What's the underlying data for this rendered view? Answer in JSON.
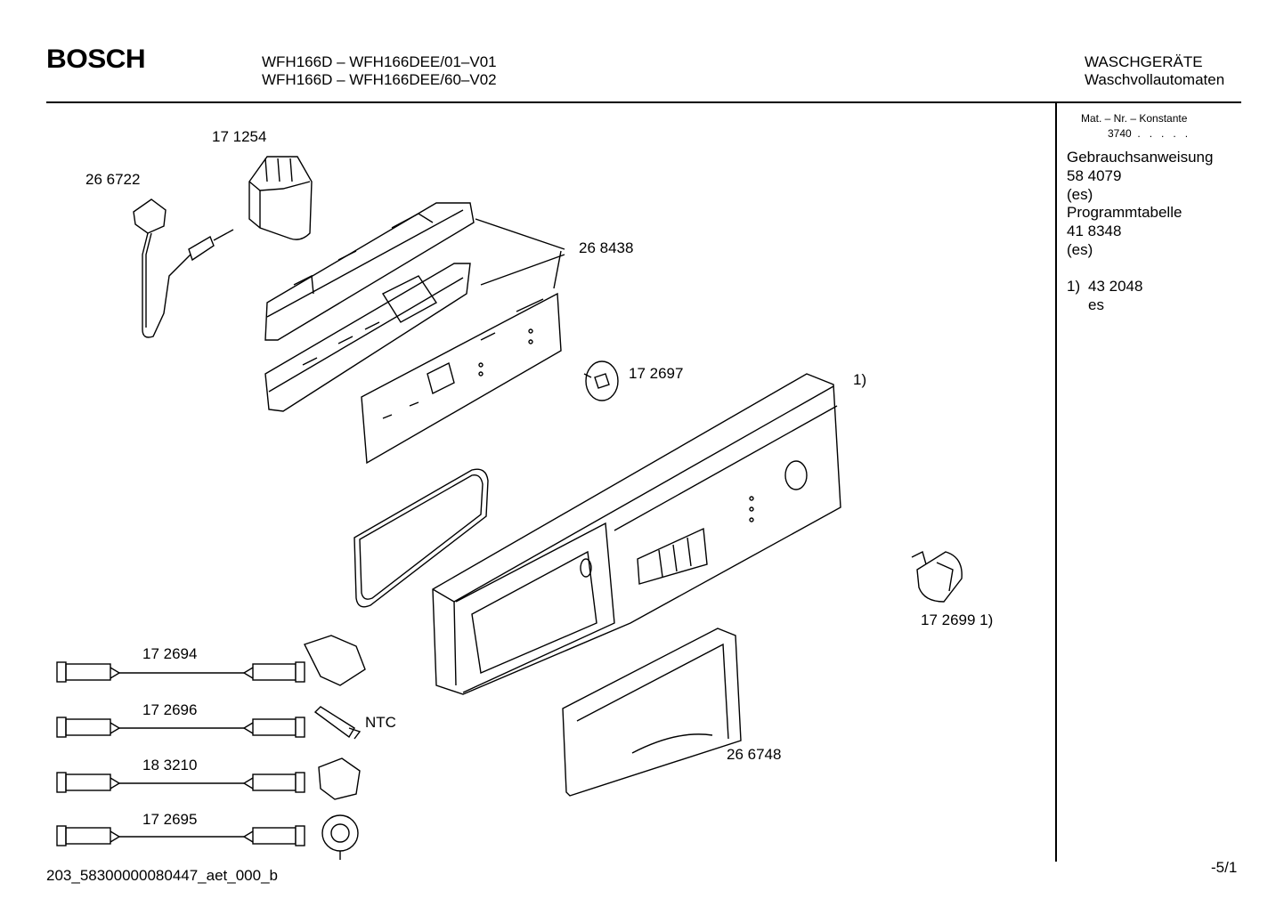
{
  "header": {
    "brand": "BOSCH",
    "model_line_1": "WFH166D – WFH166DEE/01–V01",
    "model_line_2": "WFH166D – WFH166DEE/60–V02",
    "category": "WASCHGERÄTE",
    "subcategory": "Waschvollautomaten"
  },
  "sidebar": {
    "mat_label": "Mat. – Nr. – Konstante",
    "mat_value": "3740  .   .   .   .   .",
    "doc1_title": "Gebrauchsanweisung",
    "doc1_number": "58 4079",
    "doc1_lang": "(es)",
    "doc2_title": "Programmtabelle",
    "doc2_number": "41 8348",
    "doc2_lang": "(es)",
    "note_ref": "1)",
    "note_number": "43 2048",
    "note_lang": "es"
  },
  "parts": {
    "power_cord": "26 6722",
    "filter": "17 1254",
    "module_group": "26 8438",
    "knob_small": "17 2697",
    "panel_note": "1)",
    "program_knob": "17 2699 1)",
    "harness_1": "17 2694",
    "harness_2": "17 2696",
    "ntc_label": "NTC",
    "harness_3": "18 3210",
    "harness_4": "17 2695",
    "drawer_front": "26 6748"
  },
  "footer": {
    "drawing_id": "203_58300000080447_aet_000_b",
    "page": "-5/1"
  }
}
